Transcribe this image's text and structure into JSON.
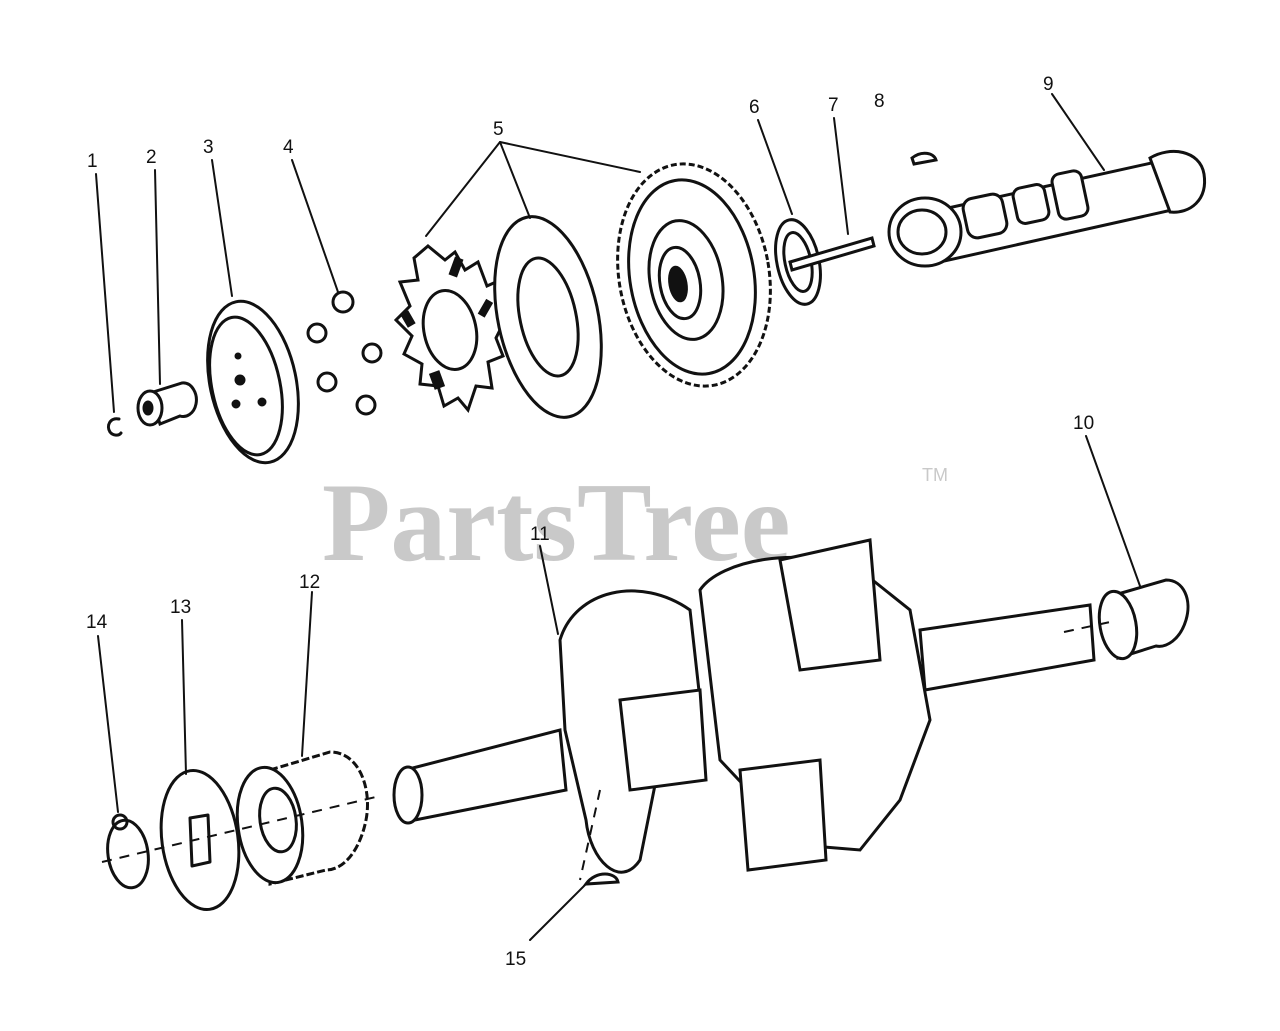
{
  "watermark": {
    "brand": "PartsTree",
    "trademark": "TM"
  },
  "callouts": [
    {
      "id": "1",
      "label": "1"
    },
    {
      "id": "2",
      "label": "2"
    },
    {
      "id": "3",
      "label": "3"
    },
    {
      "id": "4",
      "label": "4"
    },
    {
      "id": "5",
      "label": "5"
    },
    {
      "id": "6",
      "label": "6"
    },
    {
      "id": "7",
      "label": "7"
    },
    {
      "id": "8",
      "label": "8"
    },
    {
      "id": "9",
      "label": "9"
    },
    {
      "id": "10",
      "label": "10"
    },
    {
      "id": "11",
      "label": "11"
    },
    {
      "id": "12",
      "label": "12"
    },
    {
      "id": "13",
      "label": "13"
    },
    {
      "id": "14",
      "label": "14"
    },
    {
      "id": "15",
      "label": "15"
    }
  ],
  "colors": {
    "ink": "#111111",
    "watermark": "#c9c9c9",
    "background": "#ffffff"
  }
}
